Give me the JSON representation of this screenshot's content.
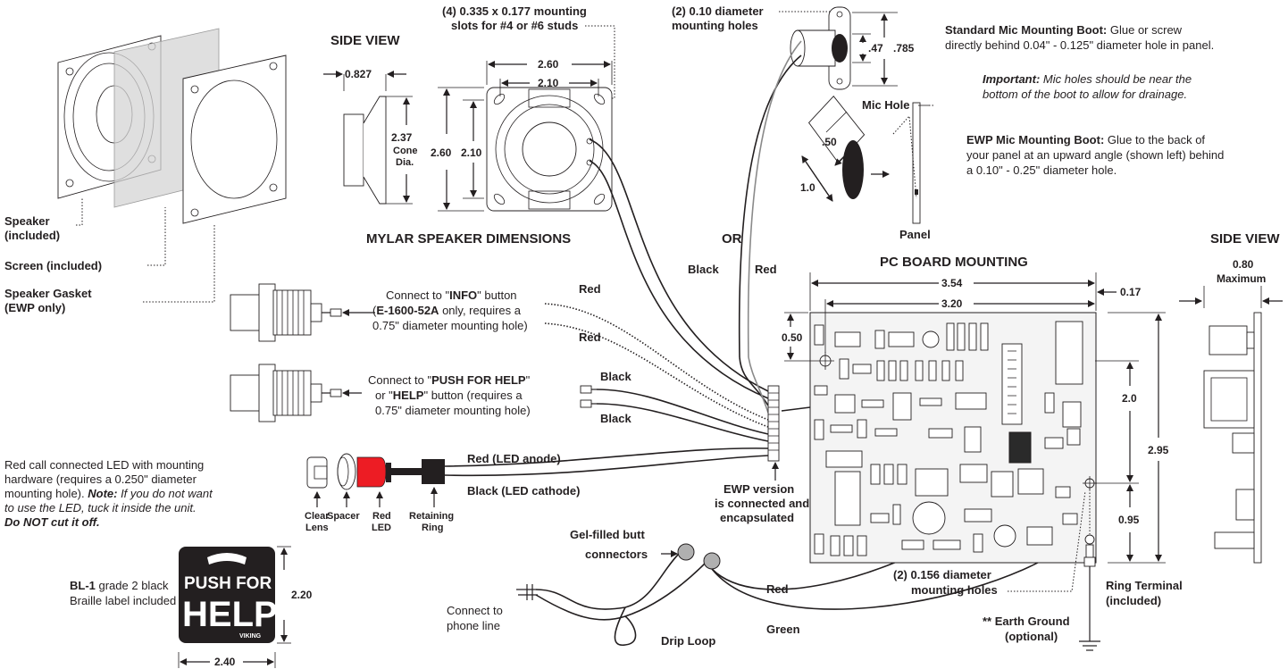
{
  "side_view_speaker": {
    "title": "SIDE VIEW",
    "depth": "0.827",
    "cone": "2.37",
    "cone_l1": "Cone",
    "cone_l2": "Dia."
  },
  "mylar": {
    "slots_l1": "(4) 0.335 x 0.177 mounting",
    "slots_l2": "slots for #4 or #6 studs",
    "w_outer": "2.60",
    "w_inner": "2.10",
    "h_outer": "2.60",
    "h_inner": "2.10",
    "title": "MYLAR SPEAKER DIMENSIONS"
  },
  "exploded": {
    "speaker_l1": "Speaker",
    "speaker_l2": "(included)",
    "screen": "Screen (included)",
    "gasket_l1": "Speaker Gasket",
    "gasket_l2": "(EWP only)"
  },
  "mic": {
    "holes_l1": "(2) 0.10 diameter",
    "holes_l2": "mounting holes",
    "d1": ".47",
    "d2": ".785",
    "or": "OR",
    "black": "Black",
    "red": "Red",
    "mic_hole": "Mic Hole",
    "panel": "Panel",
    "ewp_d": ".50",
    "ewp_len": "1.0"
  },
  "notes": {
    "std_title": "Standard Mic Mounting Boot:",
    "std_l1": " Glue or screw",
    "std_l2": "directly behind 0.04\" - 0.125\" diameter hole in panel.",
    "imp_title": "Important:",
    "imp_l1": " Mic holes should be near the",
    "imp_l2": "bottom of the boot to allow for drainage.",
    "ewp_title": "EWP Mic Mounting Boot:",
    "ewp_l1": " Glue to the back of",
    "ewp_l2": "your panel at an upward angle (shown left) behind",
    "ewp_l3": "a 0.10\" - 0.25\" diameter hole."
  },
  "buttons": {
    "info_pre": "Connect to \"",
    "info_bold": "INFO",
    "info_post": "\" button",
    "info_l2_bold": "E-1600-52A",
    "info_l2_rest": " only, requires a",
    "info_l2_open": "(",
    "info_l3": "0.75\" diameter mounting hole)",
    "info_red1": "Red",
    "info_red2": "Red",
    "help_pre": "Connect to \"",
    "help_bold": "PUSH FOR HELP",
    "help_post": "\"",
    "help_l2_pre": "or \"",
    "help_l2_bold": "HELP",
    "help_l2_post": "\" button (requires a",
    "help_l3": "0.75\" diameter mounting hole)",
    "help_black1": "Black",
    "help_black2": "Black"
  },
  "led": {
    "desc_l1": "Red call connected LED with mounting",
    "desc_l2": "hardware (requires a 0.250\" diameter",
    "desc_l3_pre": "mounting hole). ",
    "desc_l3_note": "Note:",
    "desc_l3_post": " If you do not want",
    "desc_l4": "to use the LED, tuck it inside the unit.",
    "desc_l5": "Do NOT cut it off.",
    "anode": "Red (LED anode)",
    "cathode": "Black (LED cathode)",
    "parts": [
      "Clear",
      "Lens",
      "Spacer",
      "Red",
      "LED",
      "Retaining",
      "Ring"
    ]
  },
  "ewp": {
    "l1": "EWP version",
    "l2": "is connected and",
    "l3": "encapsulated"
  },
  "braille": {
    "label_bold": "BL-1",
    "label_l1_rest": " grade 2 black",
    "label_l2": "Braille label included",
    "push_for": "PUSH FOR",
    "help": "HELP",
    "brand": "VIKING",
    "height": "2.20",
    "width": "2.40"
  },
  "phone": {
    "butt_l1": "Gel-filled butt",
    "butt_l2": "connectors",
    "line_l1": "Connect to",
    "line_l2": "phone line",
    "drip": "Drip Loop",
    "red": "Red",
    "green": "Green"
  },
  "pcb": {
    "title": "PC BOARD MOUNTING",
    "w_outer": "3.54",
    "w_inner": "3.20",
    "edge": "0.17",
    "top": "0.50",
    "h_mid": "2.0",
    "h_total": "2.95",
    "h_low": "0.95",
    "holes_l1": "(2) 0.156 diameter",
    "holes_l2": "mounting holes",
    "ring_l1": "Ring Terminal",
    "ring_l2": "(included)",
    "earth_l1": "** Earth Ground",
    "earth_l2": "(optional)"
  },
  "side_view_pcb": {
    "title": "SIDE VIEW",
    "max_val": "0.80",
    "max_label": "Maximum"
  }
}
